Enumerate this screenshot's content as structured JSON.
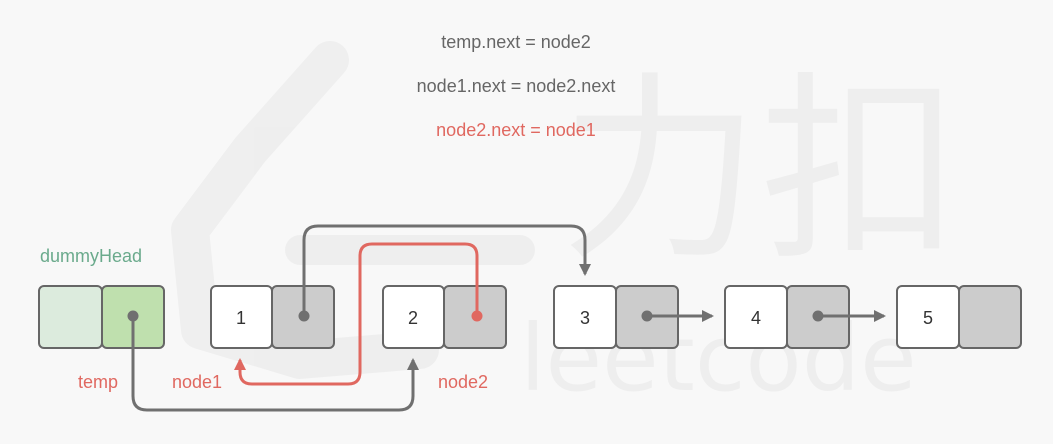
{
  "code": {
    "line1": "temp.next = node2",
    "line2": "node1.next = node2.next",
    "line3": "node2.next = node1"
  },
  "labels": {
    "dummy_head": "dummyHead",
    "temp": "temp",
    "node1": "node1",
    "node2": "node2"
  },
  "nodes": [
    {
      "id": "node-1",
      "value": "1"
    },
    {
      "id": "node-2",
      "value": "2"
    },
    {
      "id": "node-3",
      "value": "3"
    },
    {
      "id": "node-4",
      "value": "4"
    },
    {
      "id": "node-5",
      "value": "5"
    }
  ],
  "watermark": {
    "brand_cn": "力扣",
    "brand_en": "leetcode"
  },
  "colors": {
    "background": "#f8f8f8",
    "code_text": "#666666",
    "highlight_red": "#e06860",
    "dummy_label_green": "#6aaa8c",
    "dummy_left_fill": "#dcebdd",
    "dummy_right_fill": "#bfe0ae",
    "node_value_fill": "#ffffff",
    "node_next_fill": "#cccccc",
    "border": "#666666",
    "arrow_gray": "#707070"
  }
}
